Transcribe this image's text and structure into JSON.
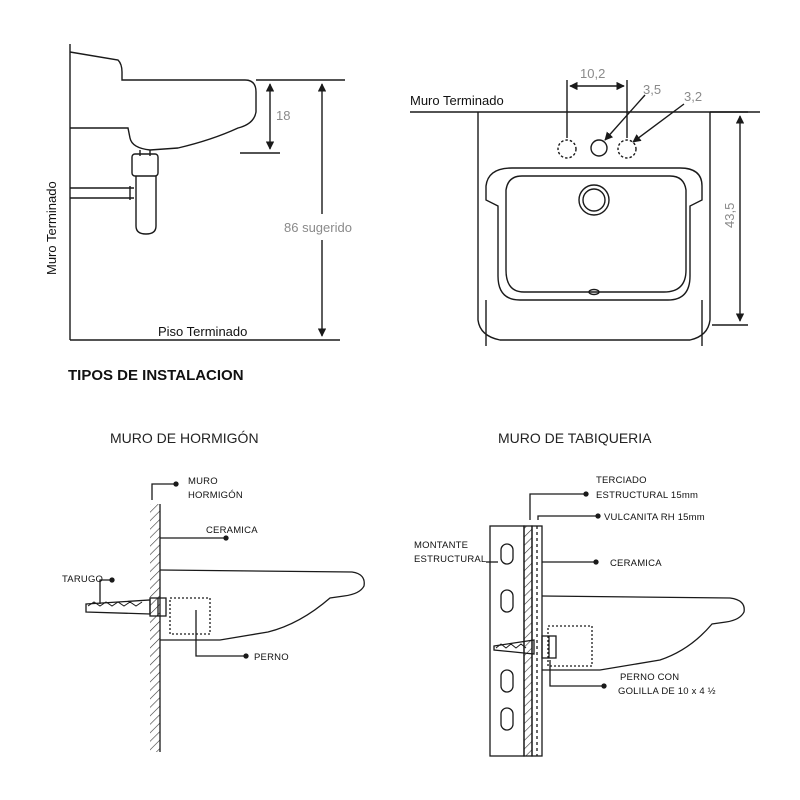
{
  "colors": {
    "line": "#1a1a1a",
    "dimension_text": "#8a8a8a",
    "hatch": "#333333"
  },
  "top_left": {
    "wall_label": "Muro Terminado",
    "floor_label": "Piso Terminado",
    "dim_18": "18",
    "dim_86": "86 sugerido"
  },
  "top_right": {
    "wall_label": "Muro Terminado",
    "dim_102": "10,2",
    "dim_35": "3,5",
    "dim_32": "3,2",
    "dim_435": "43,5"
  },
  "section_title": "TIPOS DE INSTALACION",
  "hormigon": {
    "title": "MURO DE HORMIGÓN",
    "muro_line1": "MURO",
    "muro_line2": "HORMIGÓN",
    "ceramica": "CERAMICA",
    "tarugo": "TARUGO",
    "perno": "PERNO"
  },
  "tabiqueria": {
    "title": "MURO DE TABIQUERIA",
    "terciado_line1": "TERCIADO",
    "terciado_line2": "ESTRUCTURAL 15mm",
    "vulcanita": "VULCANITA RH 15mm",
    "montante_line1": "MONTANTE",
    "montante_line2": "ESTRUCTURAL",
    "ceramica": "CERAMICA",
    "perno_line1": "PERNO CON",
    "perno_line2": "GOLILLA DE 10 x 4 ½"
  }
}
